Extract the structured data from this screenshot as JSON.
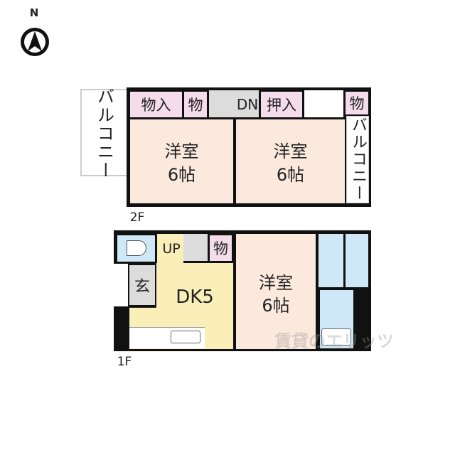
{
  "compass": {
    "label": "N"
  },
  "floor2": {
    "label": "2F",
    "balcony_left": "バルコニー",
    "balcony_right": "バルコニー",
    "closet1": "物入",
    "storage1": "物",
    "stairs": "DN",
    "closet2": "押入",
    "storage2": "物",
    "room1": {
      "name": "洋室",
      "size": "6帖"
    },
    "room2": {
      "name": "洋室",
      "size": "6帖"
    }
  },
  "floor1": {
    "label": "1F",
    "stairs": "UP",
    "storage": "物",
    "entrance": "玄",
    "dk": "DK5",
    "room": {
      "name": "洋室",
      "size": "6帖"
    }
  },
  "watermark": "賃貸のエリッツ",
  "colors": {
    "western_room": "#fbe9de",
    "storage": "#f4dcea",
    "wet_area": "#cfe8f7",
    "dk": "#faefb8",
    "stairs": "#dcdcdc"
  }
}
